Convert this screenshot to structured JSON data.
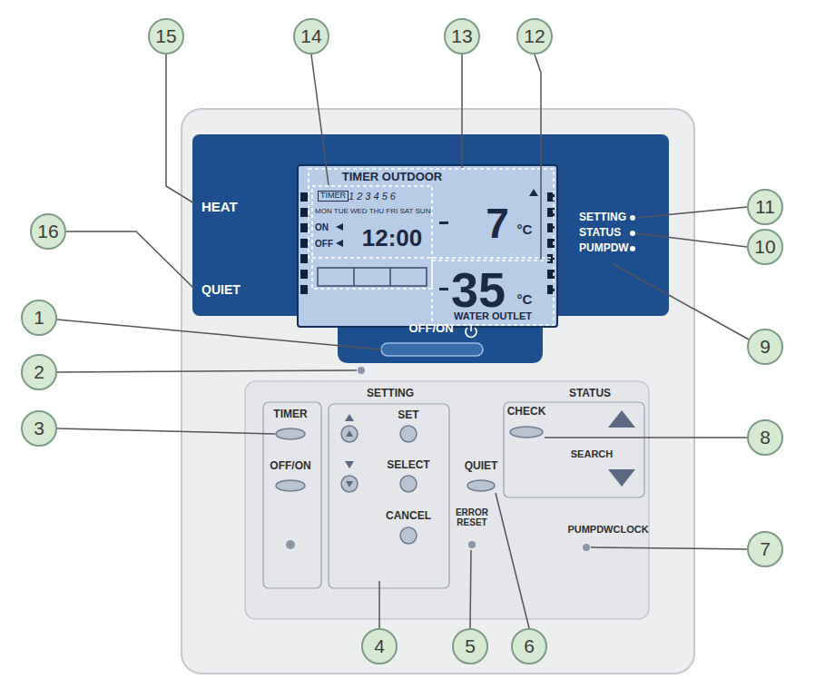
{
  "diagram": {
    "labels": [
      "15",
      "14",
      "13",
      "12",
      "HEAT",
      "TIMER OUTDOOR",
      "11",
      "10",
      "TIMER",
      "1 2 3 4 5 6",
      "MON TUE WED THU FRI SAT SUN",
      "7",
      "°C",
      "SETTING",
      "STATUS",
      "16",
      "ON",
      "OFF",
      "12:00",
      "QUIET",
      "35",
      "°C",
      "PUMPDW",
      "WATER OUTLET",
      "1",
      "OFF/ON",
      "9",
      "2",
      "SETTING",
      "STATUS",
      "3",
      "TIMER",
      "CHECK",
      "8",
      "OFF/ON",
      "SET",
      "SELECT",
      "QUIET",
      "SEARCH",
      "CANCEL",
      "ERROR RESET",
      "PUMPDWCLOCK",
      "7",
      "4",
      "5",
      "6"
    ]
  }
}
